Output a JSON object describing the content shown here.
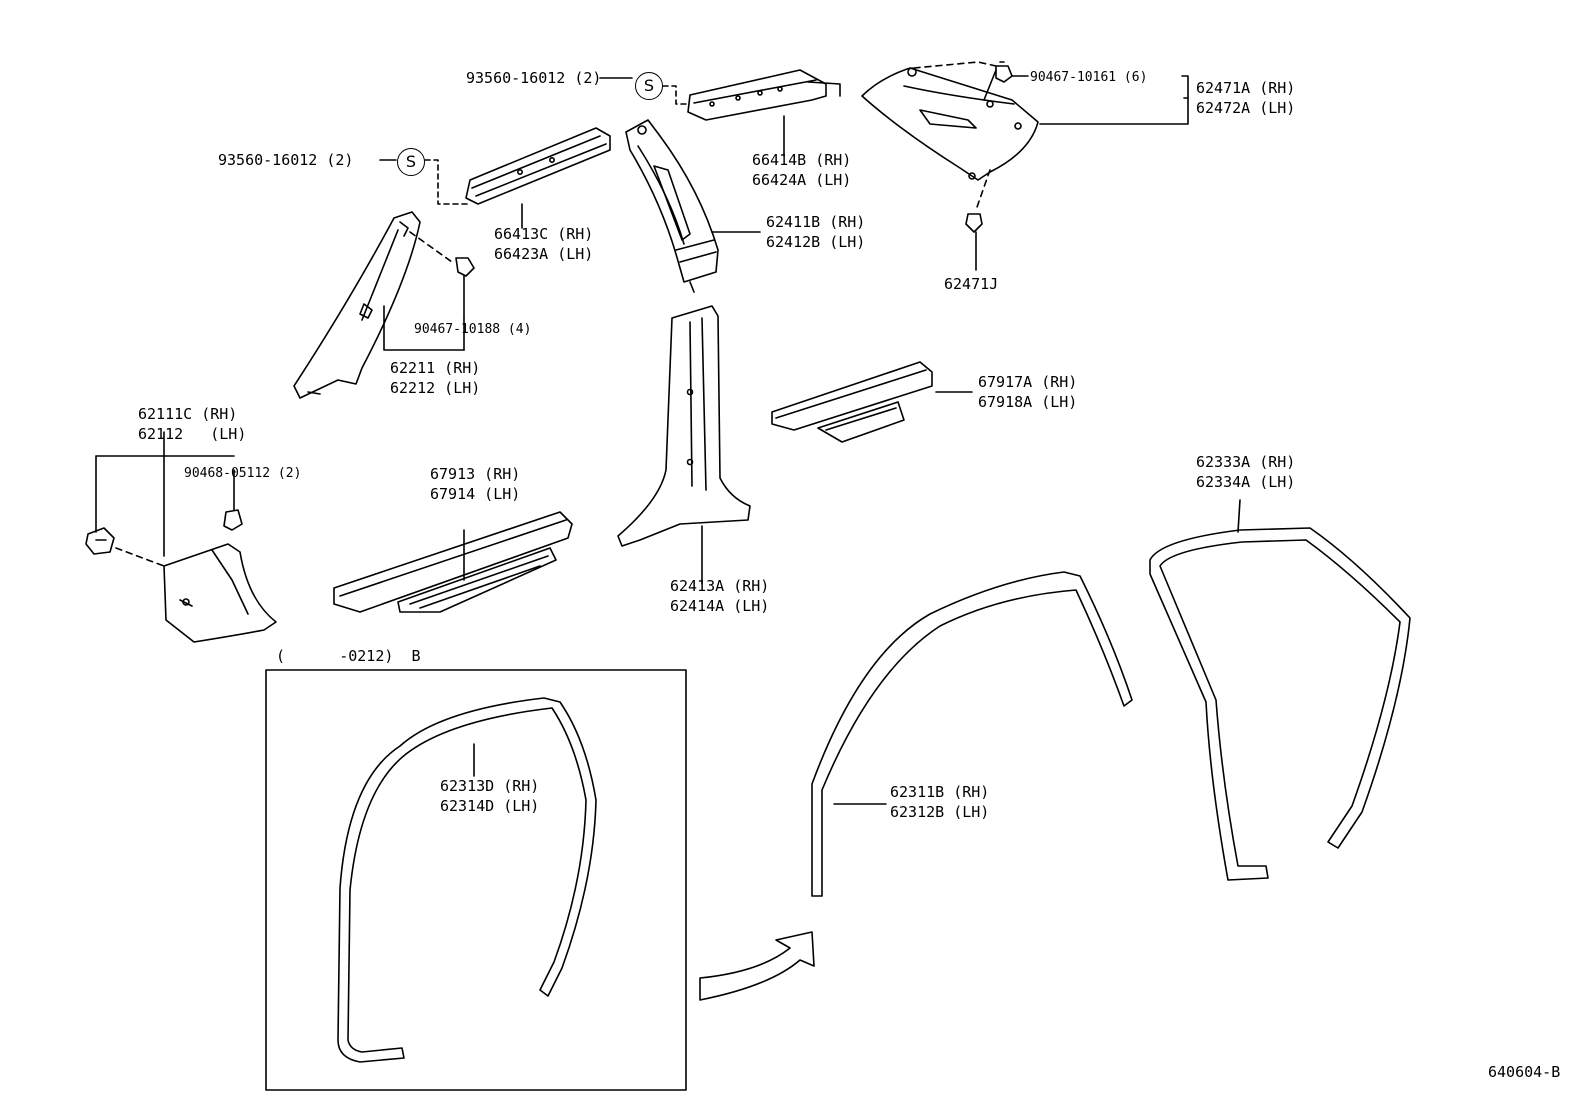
{
  "diagram_id": "640604-B",
  "inset_label": "(      -0212)  B",
  "labels": {
    "p93560_a": "93560-16012 (2)",
    "p93560_b": "93560-16012 (2)",
    "p66414": [
      "66414B (RH)",
      "66424A (LH)"
    ],
    "p66413": [
      "66413C (RH)",
      "66423A (LH)"
    ],
    "p62411": [
      "62411B (RH)",
      "62412B (LH)"
    ],
    "p90467_10161": "90467-10161 (6)",
    "p62471": [
      "62471A (RH)",
      "62472A (LH)"
    ],
    "p62471J": "62471J",
    "p90467_10188": "90467-10188 (4)",
    "p62211": [
      "62211 (RH)",
      "62212 (LH)"
    ],
    "p62111": [
      "62111C (RH)",
      "62112   (LH)"
    ],
    "p90468": "90468-05112 (2)",
    "p67913": [
      "67913 (RH)",
      "67914 (LH)"
    ],
    "p62413": [
      "62413A (RH)",
      "62414A (LH)"
    ],
    "p67917": [
      "67917A (RH)",
      "67918A (LH)"
    ],
    "p62333": [
      "62333A (RH)",
      "62334A (LH)"
    ],
    "p62313": [
      "62313D (RH)",
      "62314D (LH)"
    ],
    "p62311": [
      "62311B (RH)",
      "62312B (LH)"
    ]
  },
  "symbols": {
    "s": "S"
  }
}
